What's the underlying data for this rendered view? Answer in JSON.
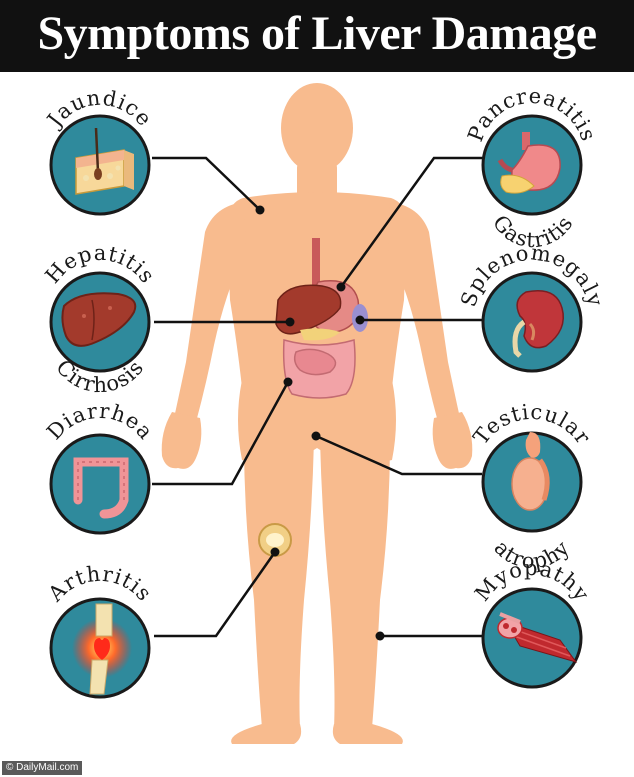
{
  "title": "Symptoms of Liver Damage",
  "credit": "© DailyMail.com",
  "colors": {
    "skin": "#f8bb8e",
    "circle_fill": "#2f8a9c",
    "circle_stroke": "#1a1a1a",
    "liver": "#a33a2c",
    "header_bg": "#111111"
  },
  "symptoms": [
    {
      "id": "jaundice",
      "label": "Jaundice",
      "icon": "skin-layer-icon"
    },
    {
      "id": "pancreatitis",
      "label": "Pancreatitis",
      "icon": "stomach-icon"
    },
    {
      "id": "gastritis",
      "label": "Gastritis",
      "icon": "stomach-icon"
    },
    {
      "id": "hepatitis",
      "label": "Hepatitis",
      "icon": "liver-icon"
    },
    {
      "id": "cirrhosis",
      "label": "Cirrhosis",
      "icon": "liver-icon"
    },
    {
      "id": "splenomegaly",
      "label": "Splenomegaly",
      "icon": "spleen-icon"
    },
    {
      "id": "diarrhea",
      "label": "Diarrhea",
      "icon": "colon-icon"
    },
    {
      "id": "testicular",
      "label": "Testicular",
      "icon": "testicle-icon"
    },
    {
      "id": "atrophy",
      "label": "atrophy",
      "icon": "testicle-icon"
    },
    {
      "id": "arthritis",
      "label": "Arthritis",
      "icon": "knee-joint-icon"
    },
    {
      "id": "myopathy",
      "label": "Myopathy",
      "icon": "muscle-fiber-icon"
    }
  ]
}
